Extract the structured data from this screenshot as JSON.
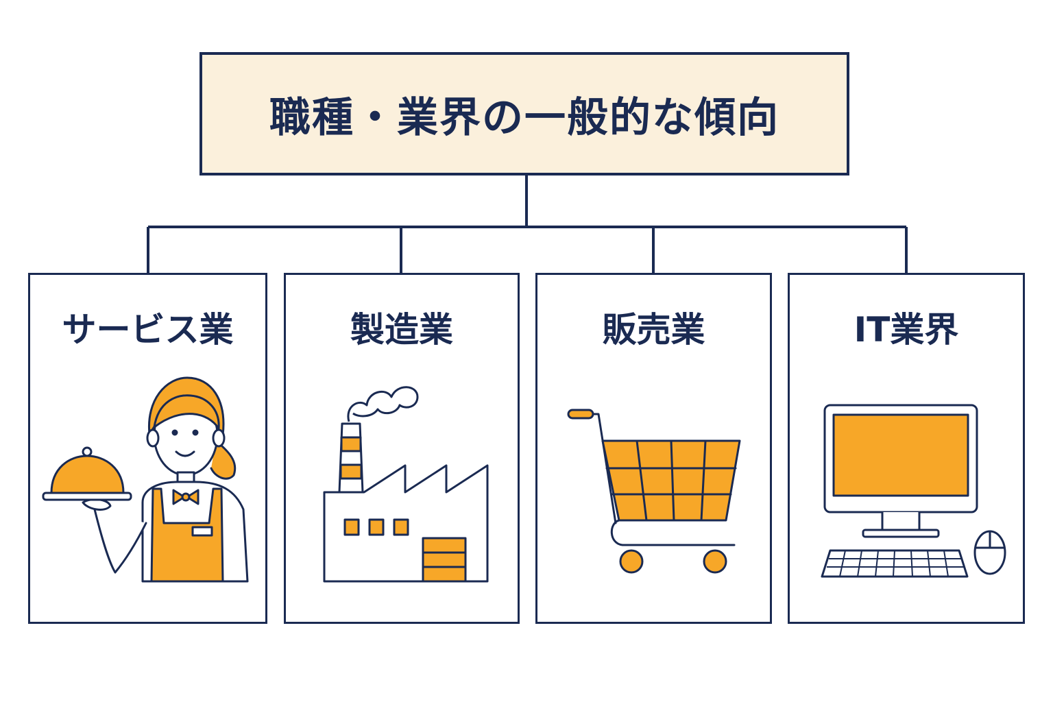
{
  "title": "職種・業界の一般的な傾向",
  "categories": [
    {
      "label": "サービス業",
      "icon": "waitress-with-cloche-icon"
    },
    {
      "label": "製造業",
      "icon": "factory-icon"
    },
    {
      "label": "販売業",
      "icon": "shopping-cart-icon"
    },
    {
      "label": "IT業界",
      "icon": "desktop-computer-icon"
    }
  ],
  "colors": {
    "navy": "#1a2a52",
    "accent": "#f7a728",
    "title_bg": "#fbf0dc"
  }
}
